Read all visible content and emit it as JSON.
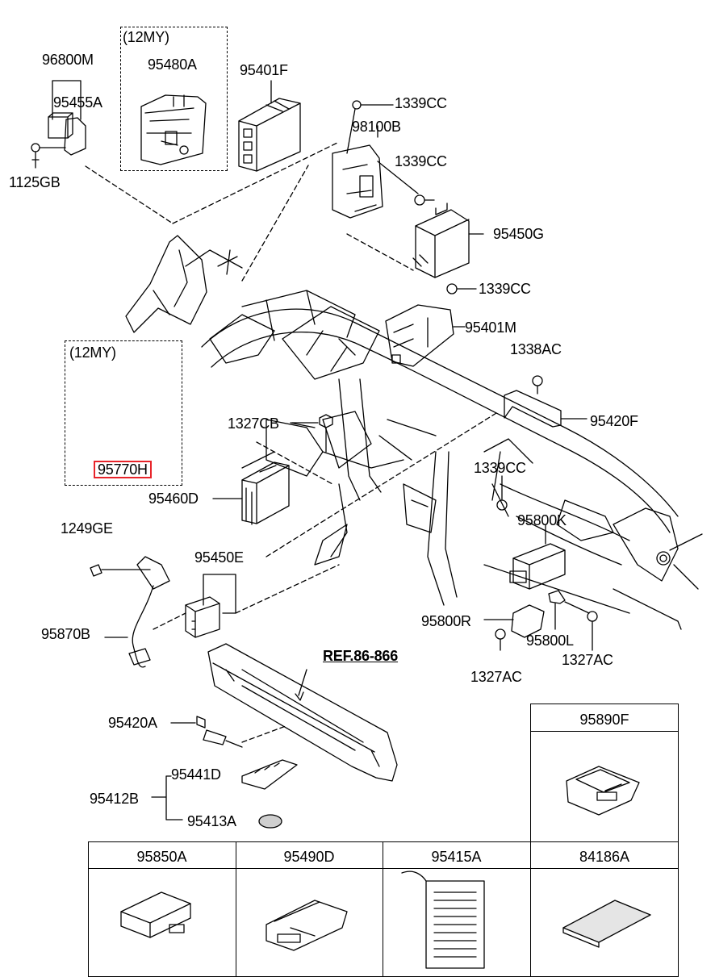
{
  "labels": {
    "l96800M": "96800M",
    "l95455A": "95455A",
    "l1125GB": "1125GB",
    "my1": "(12MY)",
    "l95480A": "95480A",
    "l95401F": "95401F",
    "l1339CC_a": "1339CC",
    "l98100B": "98100B",
    "l1339CC_b": "1339CC",
    "l95450G": "95450G",
    "l1339CC_c": "1339CC",
    "l95401M": "95401M",
    "l1338AC": "1338AC",
    "my2": "(12MY)",
    "l95420F": "95420F",
    "l1327CB": "1327CB",
    "l95770H": "95770H",
    "l1339CC_d": "1339CC",
    "l95460D": "95460D",
    "l95800K": "95800K",
    "l1249GE": "1249GE",
    "l95450E": "95450E",
    "l95870B": "95870B",
    "l95800R": "95800R",
    "l95800L": "95800L",
    "l1327AC_a": "1327AC",
    "l1327AC_b": "1327AC",
    "ref": "REF.86-866",
    "l95420A": "95420A",
    "l95441D": "95441D",
    "l95412B": "95412B",
    "l95413A": "95413A"
  },
  "table": {
    "top_right": "95890F",
    "cells": [
      "95850A",
      "95490D",
      "95415A",
      "84186A"
    ]
  },
  "colors": {
    "highlight": "#e8242a",
    "line": "#000000"
  }
}
